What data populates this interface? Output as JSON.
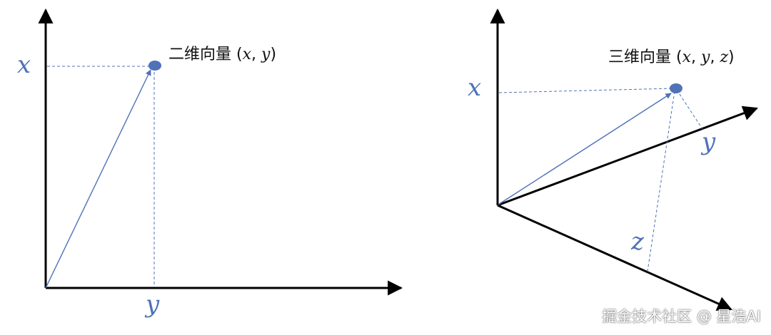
{
  "left_panel": {
    "caption": {
      "prefix": "二维向量 (",
      "var_x": "x",
      "sep": ", ",
      "var_y": "y",
      "suffix": ")"
    },
    "label_x": "x",
    "label_y": "y"
  },
  "right_panel": {
    "caption": {
      "prefix": "三维向量 (",
      "var_x": "x",
      "sep1": ", ",
      "var_y": "y",
      "sep2": ", ",
      "var_z": "z",
      "suffix": ")"
    },
    "label_x": "x",
    "label_y": "y",
    "label_z": "z"
  },
  "colors": {
    "axis": "#000000",
    "vector": "#4f72b8",
    "text_accent": "#4f72b8"
  },
  "watermark": "掘金技术社区 @ 星浩AI"
}
